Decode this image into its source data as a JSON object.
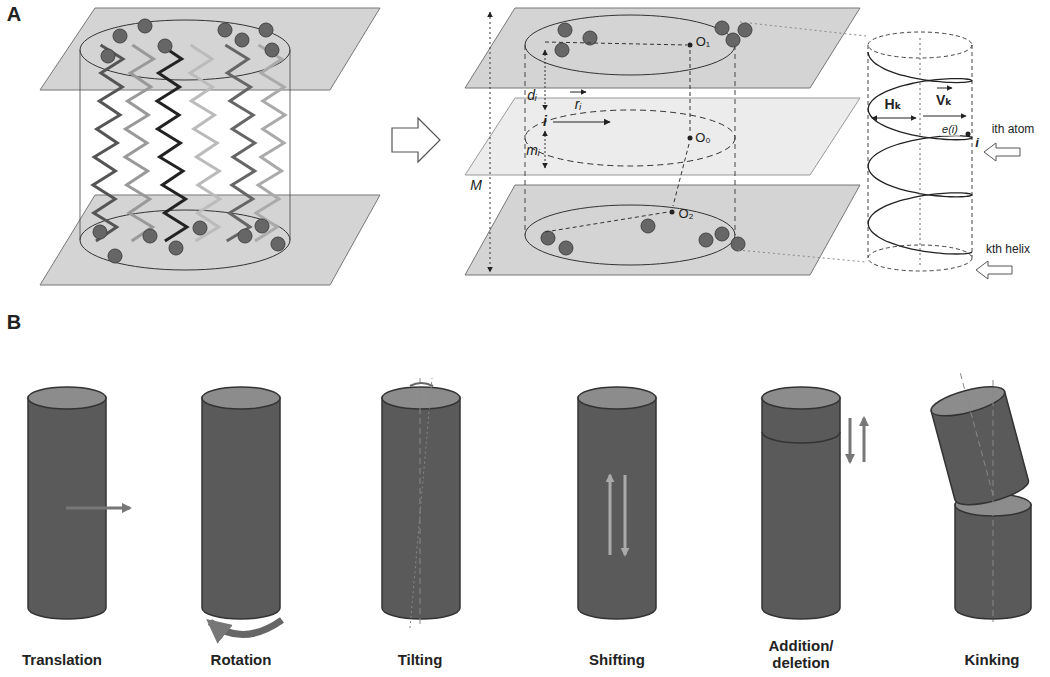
{
  "diagram": {
    "labels": [
      "A",
      "O₁",
      "dᵢ",
      "i",
      "rᵢ",
      "mᵢ",
      "O₀",
      "O₂",
      "M",
      "Hₖ",
      "Vₖ",
      "e(i)",
      "i",
      "ith atom",
      "kth helix",
      "B",
      "Translation",
      "Rotation",
      "Tilting",
      "Shifting",
      "Addition/ deletion",
      "Kinking"
    ]
  }
}
